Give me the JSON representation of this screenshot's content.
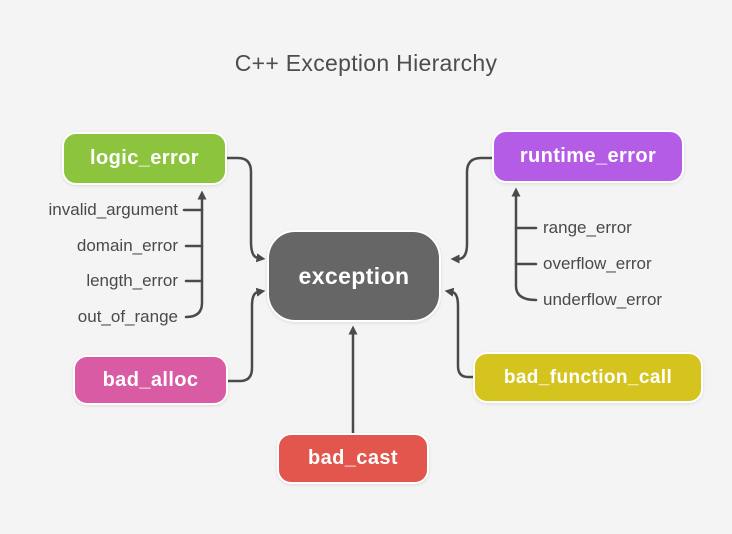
{
  "title": "C++ Exception Hierarchy",
  "background_color": "#f4f4f4",
  "wire_color": "#4a4a4a",
  "nodes": {
    "exception": {
      "label": "exception",
      "color": "#666666"
    },
    "logic_error": {
      "label": "logic_error",
      "color": "#8cc43e"
    },
    "runtime_error": {
      "label": "runtime_error",
      "color": "#b55ce6"
    },
    "bad_alloc": {
      "label": "bad_alloc",
      "color": "#d95ba4"
    },
    "bad_function_call": {
      "label": "bad_function_call",
      "color": "#d5c41e"
    },
    "bad_cast": {
      "label": "bad_cast",
      "color": "#e2564e"
    }
  },
  "logic_error_children": [
    "invalid_argument",
    "domain_error",
    "length_error",
    "out_of_range"
  ],
  "runtime_error_children": [
    "range_error",
    "overflow_error",
    "underflow_error"
  ]
}
